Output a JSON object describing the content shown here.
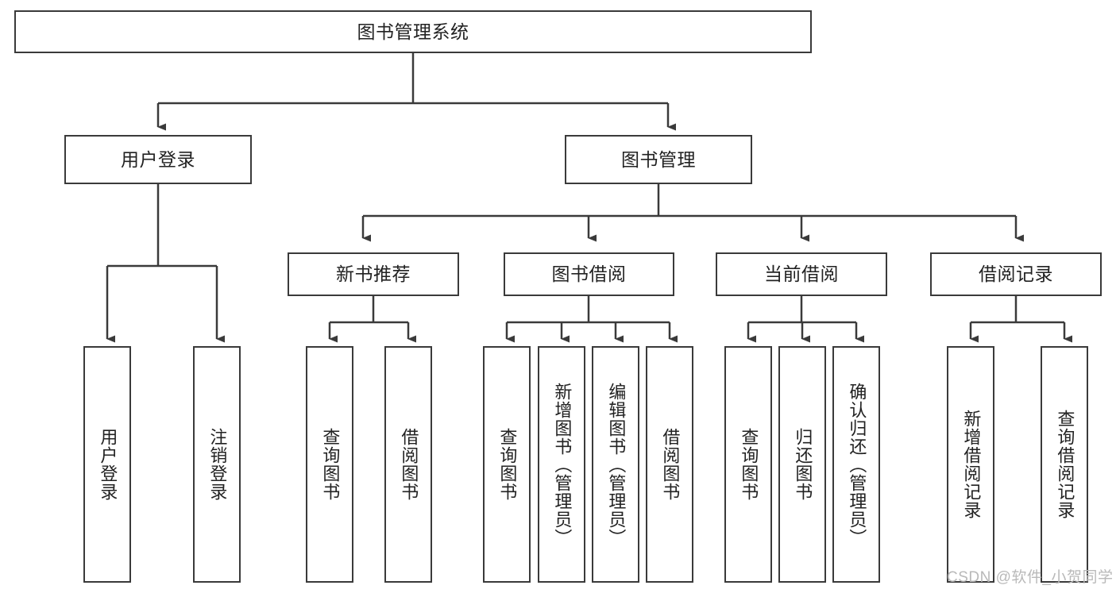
{
  "diagram": {
    "title_node": {
      "label": "图书管理系统"
    },
    "level2": [
      {
        "label": "用户登录"
      },
      {
        "label": "图书管理"
      }
    ],
    "level3": [
      {
        "label": "新书推荐"
      },
      {
        "label": "图书借阅"
      },
      {
        "label": "当前借阅"
      },
      {
        "label": "借阅记录"
      }
    ],
    "leaves": {
      "user_login": [
        {
          "label": "用户登录"
        },
        {
          "label": "注销登录"
        }
      ],
      "new_book_recommend": [
        {
          "label": "查询图书"
        },
        {
          "label": "借阅图书"
        }
      ],
      "book_borrow": [
        {
          "label": "查询图书"
        },
        {
          "label": "新增图书（管理员）"
        },
        {
          "label": "编辑图书（管理员）"
        },
        {
          "label": "借阅图书"
        }
      ],
      "current_borrow": [
        {
          "label": "查询图书"
        },
        {
          "label": "归还图书"
        },
        {
          "label": "确认归还（管理员）"
        }
      ],
      "borrow_record": [
        {
          "label": "新增借阅记录"
        },
        {
          "label": "查询借阅记录"
        }
      ]
    },
    "watermark": {
      "text": "CSDN @软件_小贺同学"
    },
    "colors": {
      "stroke": "#3a3a3a",
      "fill": "#ffffff",
      "text": "#222222",
      "watermark": "#b9b9b9"
    }
  }
}
